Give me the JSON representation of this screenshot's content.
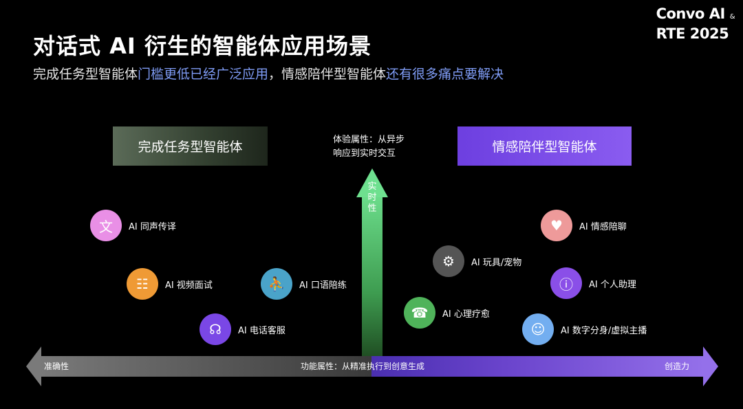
{
  "logo": {
    "line1": "Convo AI",
    "amp": "&",
    "line2": "RTE 2025"
  },
  "title": "对话式 AI 衍生的智能体应用场景",
  "subtitle": {
    "p1": "完成任务型智能体",
    "p2": "门槛更低已经广泛应用",
    "p3": "，情感陪伴型智能体",
    "p4": "还有很多痛点要解决"
  },
  "boxes": {
    "left": "完成任务型智能体",
    "right": "情感陪伴型智能体"
  },
  "experience": {
    "line1": "体验属性：从异步",
    "line2": "响应到实时交互"
  },
  "vertical_arrow": "实时性",
  "horizontal_arrow": {
    "left": "准确性",
    "center": "功能属性：从精准执行到创意生成",
    "right": "创造力"
  },
  "items": [
    {
      "label": "AI 同声传译",
      "icon": "translate-icon",
      "color": "#e98fe6"
    },
    {
      "label": "AI 视频面试",
      "icon": "interview-icon",
      "color": "#ef9a35"
    },
    {
      "label": "AI 电话客服",
      "icon": "headset-icon",
      "color": "#7a47e6"
    },
    {
      "label": "AI 口语陪练",
      "icon": "teacher-icon",
      "color": "#4aa3c9"
    },
    {
      "label": "AI 玩具/宠物",
      "icon": "robot-icon",
      "color": "#555555"
    },
    {
      "label": "AI 心理疗愈",
      "icon": "phone-24-icon",
      "color": "#4fb35a"
    },
    {
      "label": "AI 情感陪聊",
      "icon": "heart-chat-icon",
      "color": "#ee9a9a"
    },
    {
      "label": "AI 个人助理",
      "icon": "head-info-icon",
      "color": "#8a4fe8"
    },
    {
      "label": "AI 数字分身/虚拟主播",
      "icon": "avatar-chat-icon",
      "color": "#73aef0"
    }
  ]
}
